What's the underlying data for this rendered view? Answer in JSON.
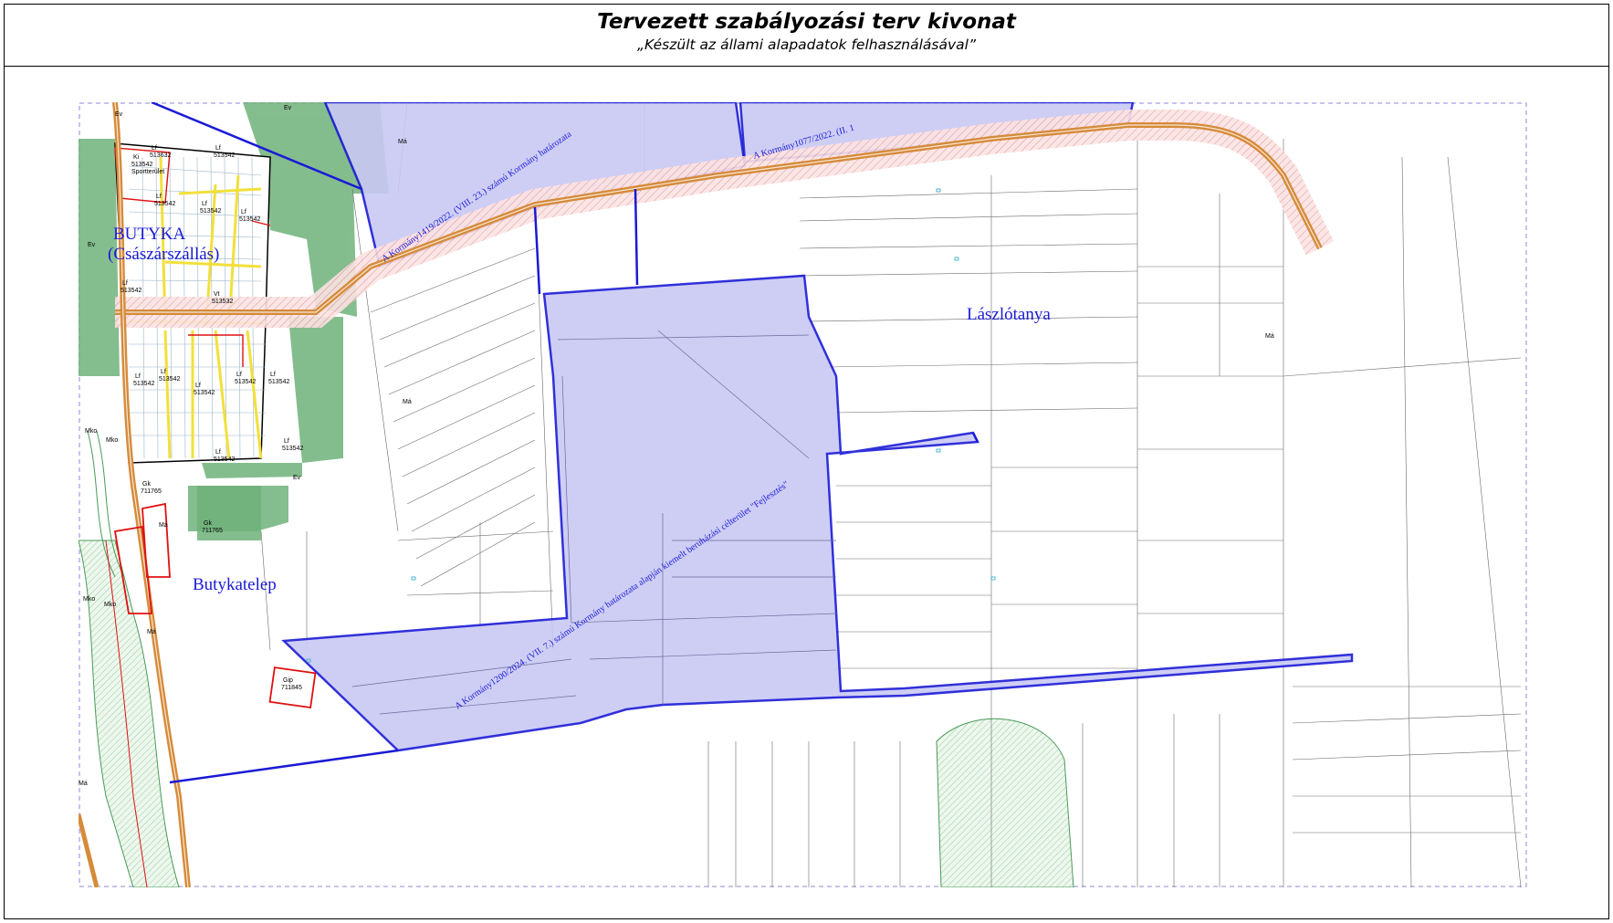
{
  "header": {
    "title": "Tervezett szabályozási terv kivonat",
    "subtitle": "„Készült az állami alapadatok felhasználásával”"
  },
  "map": {
    "places": {
      "butyka": "BUTYKA",
      "csaszarszallas": "(Császárszállás)",
      "butykatelep": "Butykatelep",
      "laszlotanya": "Lászlótanya"
    },
    "annotations": {
      "gov_1419": "A Kormány1419/2022. (VIII. 23.) számú Kormány határozata",
      "gov_1077": "A Kormány1077/2022. (II. 1",
      "gov_1200": "A Kormány1200/2024. (VII. 7.) számú Kormány határozata alapján kiemelt beruházási célterület \"Fejlesztés\""
    },
    "zones": {
      "ev": "Ev",
      "lf": "Lf",
      "lf_code": "513542",
      "lf_top_code": "513632",
      "ki": "Ki",
      "ki_code": "513542",
      "sport": "Sportterület",
      "vt": "Vt",
      "vt_code": "513532",
      "ma": "Má",
      "mko": "Mko",
      "gk": "Gk",
      "gk_code": "711765",
      "gip": "Gip",
      "gip_code": "711845"
    },
    "colors": {
      "highlight_fill": "#c9c9f4",
      "boundary": "#1a1ad6",
      "road": "#d68b3a",
      "road_buffer": "#e9a0a0",
      "forest": "#6fb27a",
      "residential": "#ffffff",
      "street": "#f2e03a",
      "red_outline": "#e01010"
    }
  }
}
